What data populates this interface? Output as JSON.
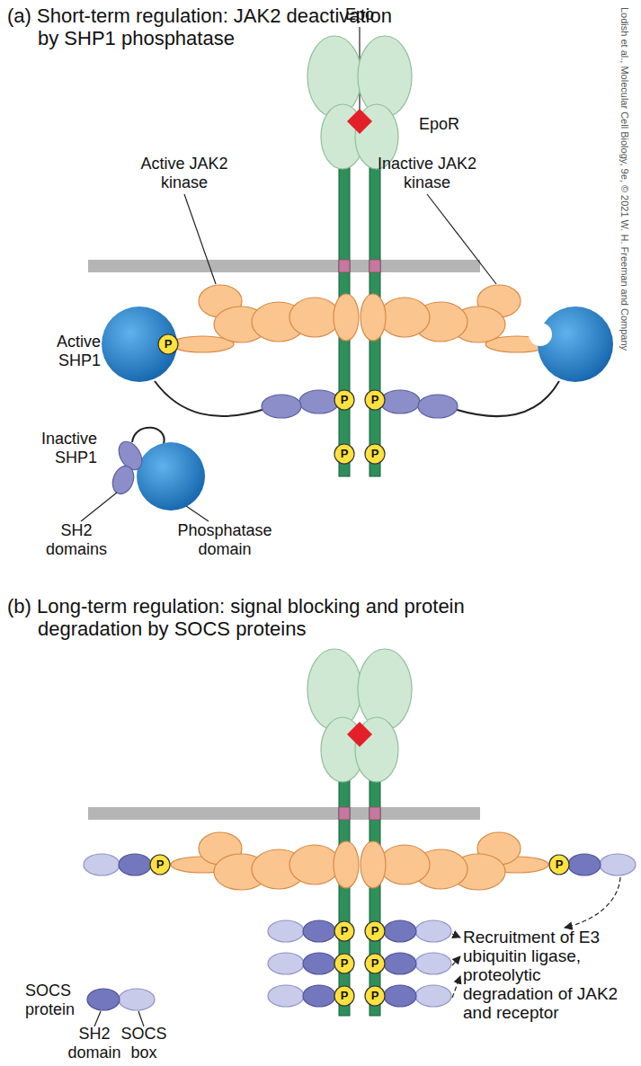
{
  "diagram": {
    "labels": [
      "(a) Short-term regulation: JAK2 deactivation by SHP1 phosphatase",
      "Epo",
      "EpoR",
      "Active JAK2 kinase",
      "Inactive JAK2 kinase",
      "Active SHP1",
      "Inactive SHP1",
      "SH2 domains",
      "Phosphatase domain",
      "(b) Long-term regulation: signal blocking and protein degradation by SOCS proteins",
      "Recruitment of E3 ubiquitin ligase, proteolytic degradation of JAK2 and receptor",
      "SOCS protein",
      "SH2 domain",
      "SOCS box",
      "Lodish et al., Molecular Cell Biology, 9e, © 2021 W. H. Freeman and Company",
      "P",
      "P",
      "P",
      "P",
      "P",
      "P",
      "P",
      "P",
      "P",
      "P",
      "P",
      "P",
      "P"
    ]
  }
}
